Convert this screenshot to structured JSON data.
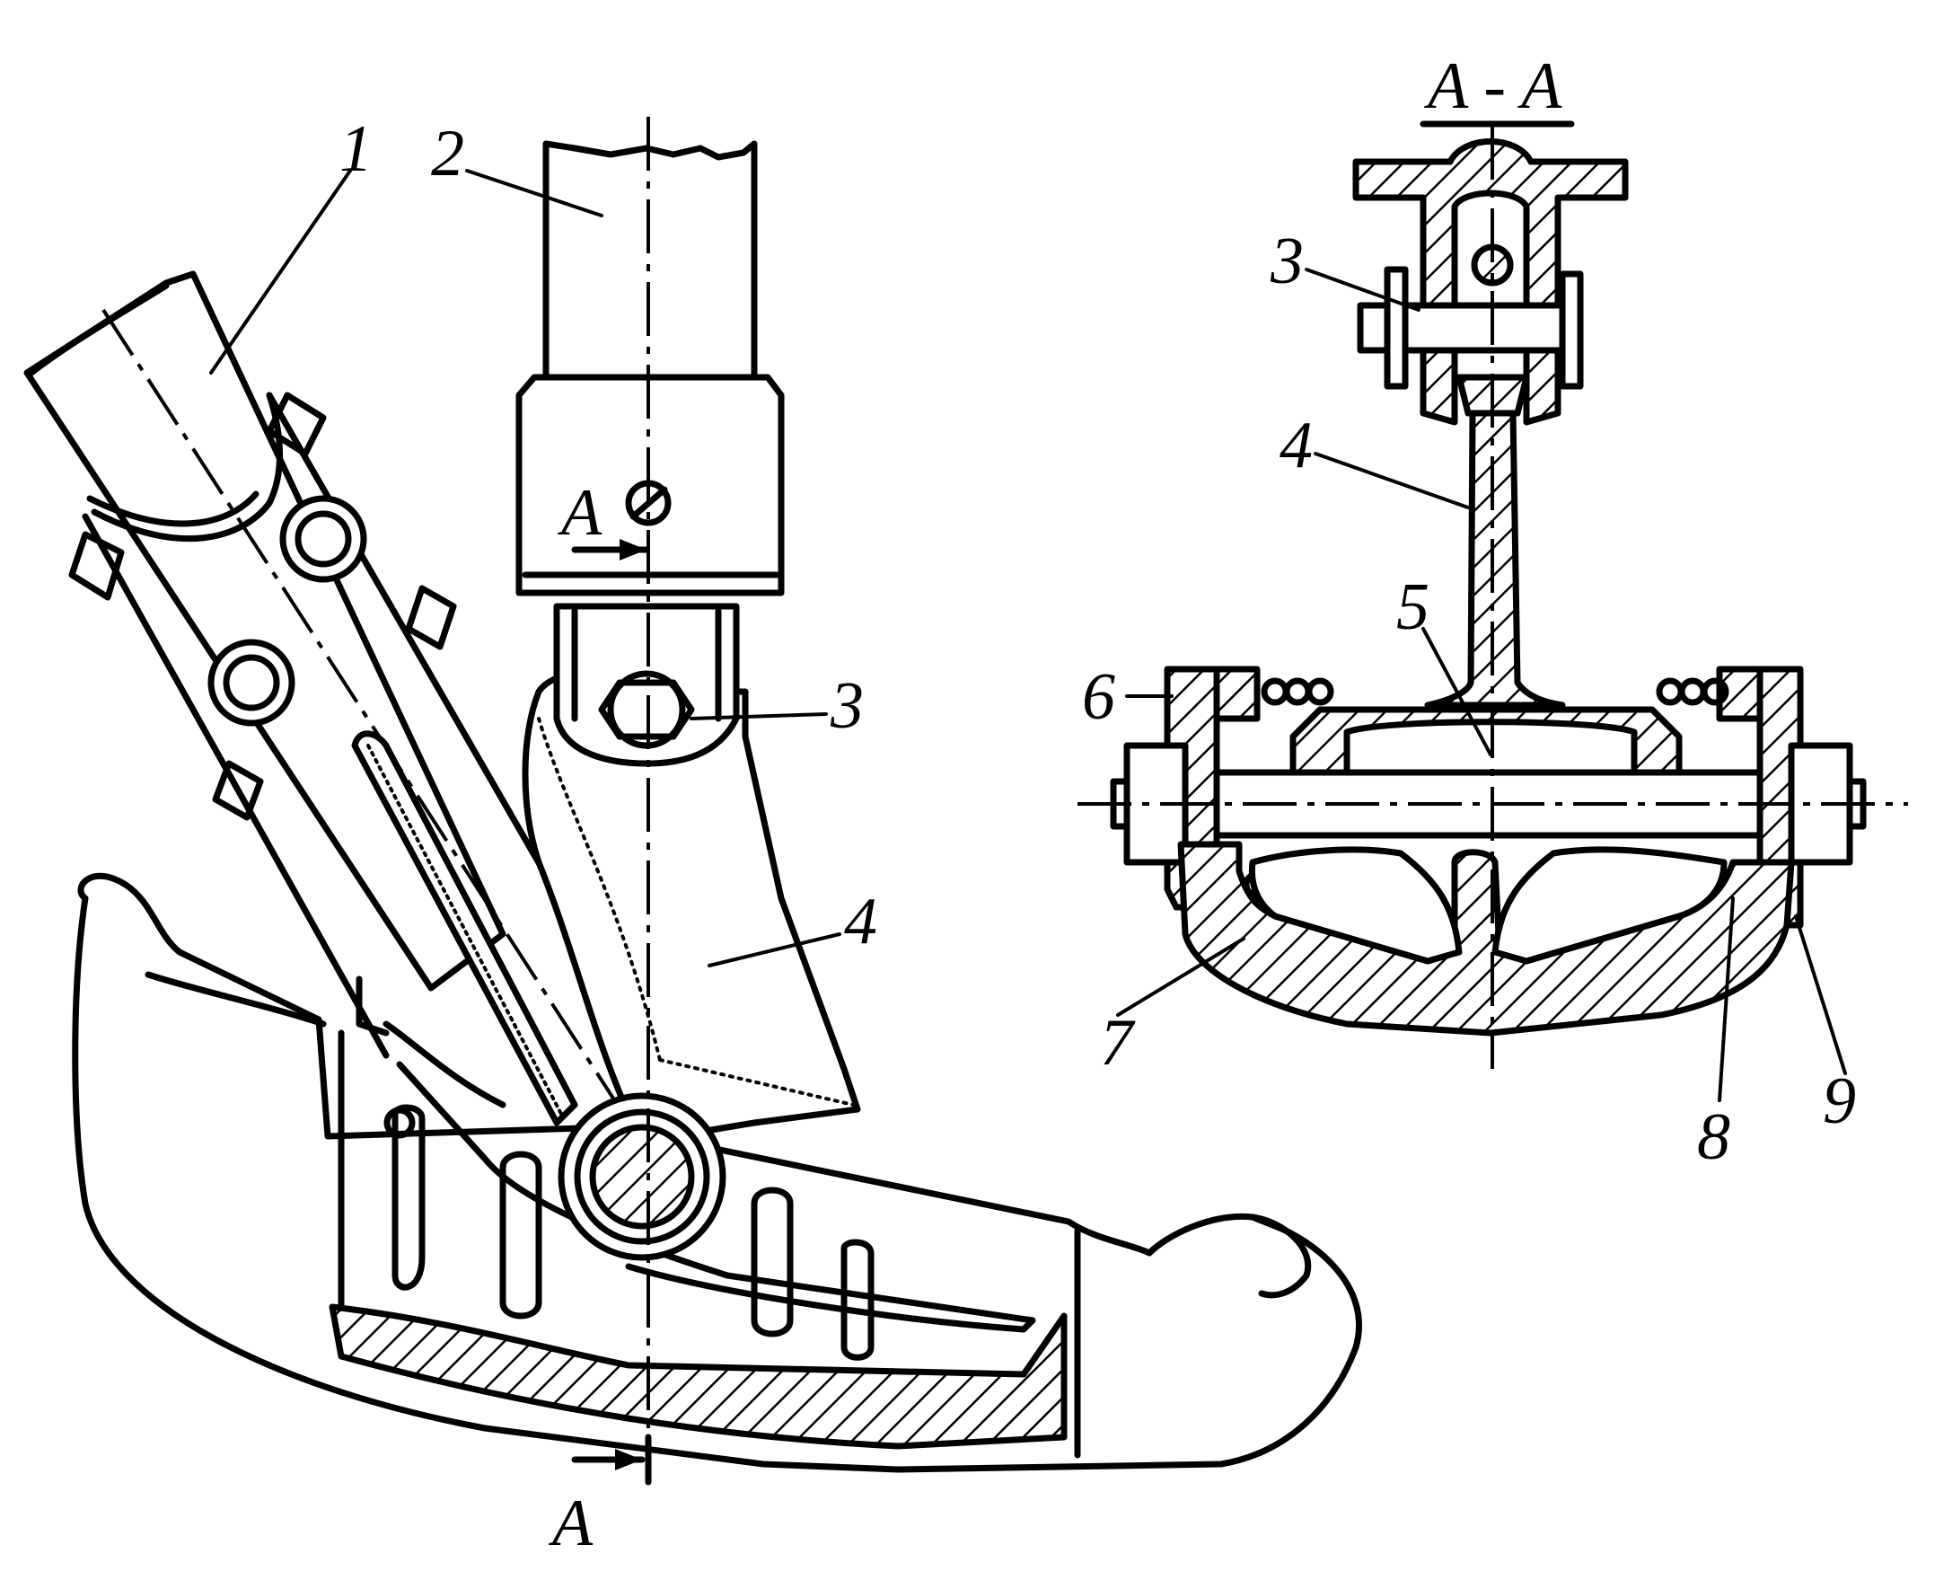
{
  "labels": {
    "part_1": "1",
    "part_2": "2",
    "part_3_main": "3",
    "part_4_main": "4",
    "section_arrow_top": "A",
    "section_arrow_bottom": "A",
    "section_title": "A - A",
    "part_3_section": "3",
    "part_4_section": "4",
    "part_5": "5",
    "part_6": "6",
    "part_7": "7",
    "part_8": "8",
    "part_9": "9"
  }
}
